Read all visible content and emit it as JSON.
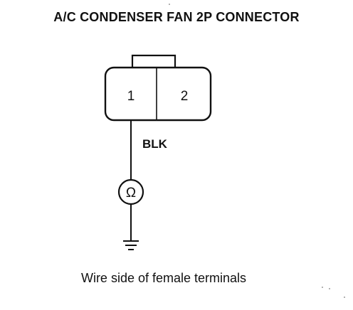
{
  "title": "A/C CONDENSER FAN 2P CONNECTOR",
  "connector": {
    "pin_1": "1",
    "pin_2": "2"
  },
  "wire": {
    "color_label": "BLK"
  },
  "meter": {
    "symbol": "Ω",
    "icon": "ohmmeter-icon"
  },
  "ground": {
    "icon": "ground-icon"
  },
  "caption": "Wire side of female terminals"
}
